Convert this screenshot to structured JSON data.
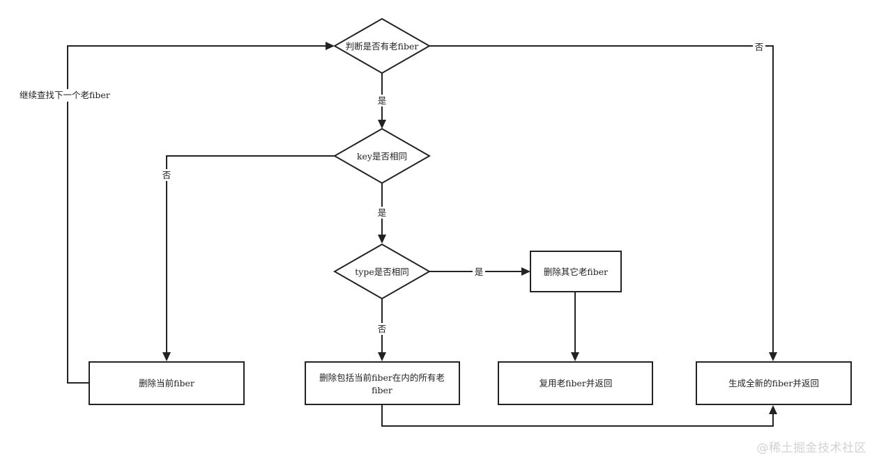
{
  "nodes": {
    "has_old_fiber": "判断是否有老fiber",
    "key_same": "key是否相同",
    "type_same": "type是否相同",
    "delete_others": "删除其它老fiber",
    "delete_current": "删除当前fiber",
    "delete_all_line1": "删除包括当前fiber在内的所有老",
    "delete_all_line2": "fiber",
    "reuse_old": "复用老fiber并返回",
    "create_new": "生成全新的fiber并返回"
  },
  "edges": {
    "has_old_no": "否",
    "has_old_yes": "是",
    "key_no": "否",
    "key_yes": "是",
    "type_yes": "是",
    "type_no": "否",
    "continue_search": "继续查找下一个老fiber"
  },
  "watermark": "@稀土掘金技术社区",
  "colors": {
    "stroke": "#222222",
    "background": "#ffffff",
    "watermark": "#d2d2d2"
  }
}
